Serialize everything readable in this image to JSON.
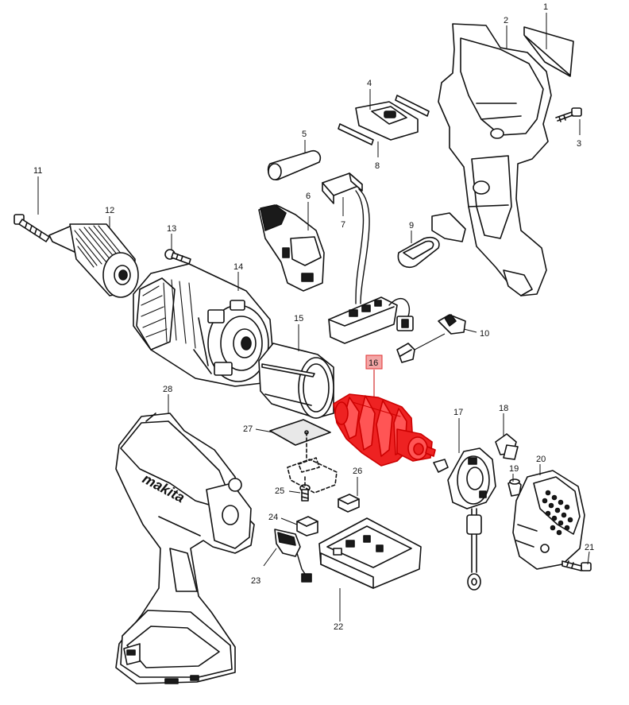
{
  "diagram": {
    "highlighted_part": "16",
    "highlight_color": "#ee2222",
    "logo_text": "makita",
    "callouts": [
      {
        "id": "c1",
        "label": "1"
      },
      {
        "id": "c2",
        "label": "2"
      },
      {
        "id": "c3",
        "label": "3"
      },
      {
        "id": "c4",
        "label": "4"
      },
      {
        "id": "c5",
        "label": "5"
      },
      {
        "id": "c6",
        "label": "6"
      },
      {
        "id": "c7",
        "label": "7"
      },
      {
        "id": "c8",
        "label": "8"
      },
      {
        "id": "c9",
        "label": "9"
      },
      {
        "id": "c10",
        "label": "10"
      },
      {
        "id": "c11",
        "label": "11"
      },
      {
        "id": "c12",
        "label": "12"
      },
      {
        "id": "c13",
        "label": "13"
      },
      {
        "id": "c14",
        "label": "14"
      },
      {
        "id": "c15",
        "label": "15"
      },
      {
        "id": "c16",
        "label": "16"
      },
      {
        "id": "c17",
        "label": "17"
      },
      {
        "id": "c18",
        "label": "18"
      },
      {
        "id": "c19",
        "label": "19"
      },
      {
        "id": "c20",
        "label": "20"
      },
      {
        "id": "c21",
        "label": "21"
      },
      {
        "id": "c22",
        "label": "22"
      },
      {
        "id": "c23",
        "label": "23"
      },
      {
        "id": "c24",
        "label": "24"
      },
      {
        "id": "c25",
        "label": "25"
      },
      {
        "id": "c26",
        "label": "26"
      },
      {
        "id": "c27",
        "label": "27"
      },
      {
        "id": "c28",
        "label": "28"
      }
    ]
  }
}
